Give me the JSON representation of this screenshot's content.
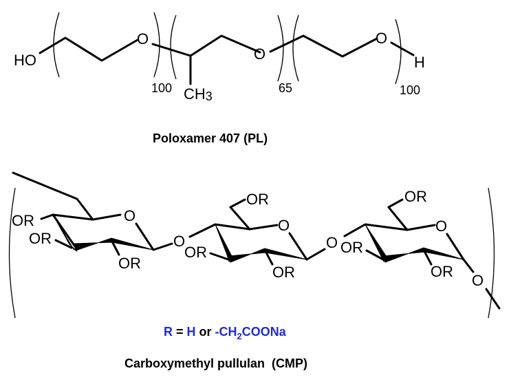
{
  "poloxamer": {
    "end_left": "HO",
    "end_right": "H",
    "oxygen": "O",
    "methyl": "CH3",
    "methyl_main": "CH",
    "methyl_sub": "3",
    "block1_repeat": "100",
    "block2_repeat": "65",
    "block3_repeat": "100",
    "title": "Poloxamer 407 (PL)"
  },
  "pullulan": {
    "substituent": "OR",
    "oxygen": "O",
    "r_definition": {
      "r": "R",
      "eq": "=",
      "h": "H",
      "or": "or",
      "group_a": "-CH",
      "group_sub": "2",
      "group_b": "COONa",
      "colors": {
        "blue": "#1f2bd0",
        "black": "#000000"
      }
    },
    "title": "Carboxymethyl pullulan  (CMP)"
  }
}
